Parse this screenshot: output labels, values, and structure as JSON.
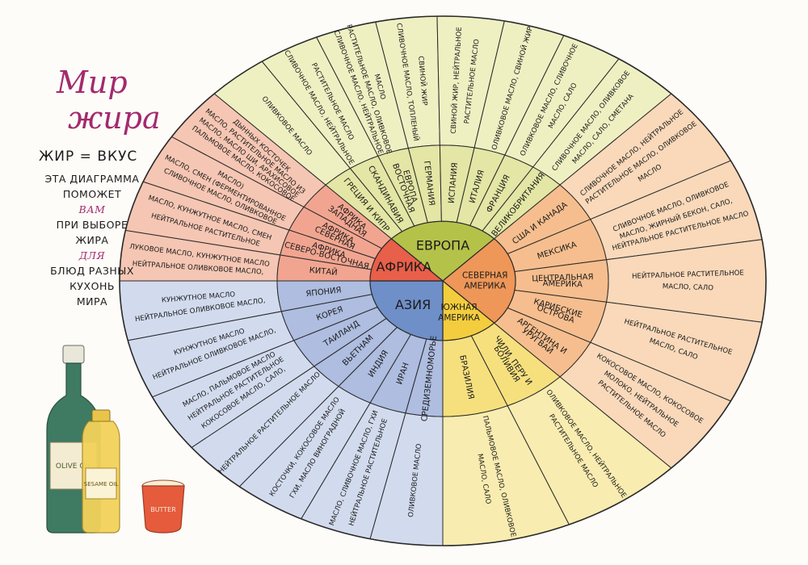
{
  "header": {
    "title_line1": "Мир",
    "title_line2": "жира",
    "formula": "ЖИР = ВКУС",
    "desc_lines": [
      "ЭТА ДИАГРАММА",
      "ПОМОЖЕТ",
      "ВАМ",
      "ПРИ ВЫБОРЕ",
      "ЖИРА",
      "ДЛЯ",
      "БЛЮД РАЗНЫХ",
      "КУХОНЬ",
      "МИРА"
    ]
  },
  "bottles": {
    "olive_label": "OLIVE OIL",
    "sesame_label": "SESAME OIL",
    "butter_label": "BUTTER"
  },
  "wheel": {
    "continents": [
      {
        "name": "ЕВРОПА",
        "start": 225,
        "end": 315,
        "color": "#b5c24a",
        "region_color": "#e3e6a4",
        "fat_color": "#eef0c2"
      },
      {
        "name": "СЕВЕРНАЯ АМЕРИКА",
        "start": 315,
        "end": 405,
        "color": "#ee9758",
        "region_color": "#f6be8e",
        "fat_color": "#f9d9ba"
      },
      {
        "name": "ЮЖНАЯ АМЕРИКА",
        "start": 45,
        "end": 90,
        "color": "#f3cd3e",
        "region_color": "#f6e07e",
        "fat_color": "#f9ecb0"
      },
      {
        "name": "АЗИЯ",
        "start": 90,
        "end": 180,
        "color": "#6f8fc9",
        "region_color": "#aebde0",
        "fat_color": "#d2dbee"
      },
      {
        "name": "АФРИКА",
        "start": 180,
        "end": 225,
        "color": "#e85f4a",
        "region_color": "#f1a590",
        "fat_color": "#f5c6b3"
      }
    ],
    "regions": [
      {
        "name": "ГРЕЦИЯ И КИПР",
        "start": 225,
        "end": 236,
        "fats": "ОЛИВКОВОЕ МАСЛО"
      },
      {
        "name": "СКАНДИНАВИЯ",
        "start": 236,
        "end": 247,
        "fats": "СЛИВОЧНОЕ МАСЛО, НЕЙТРАЛЬНОЕ РАСТИТЕЛЬНОЕ МАСЛО"
      },
      {
        "name": "ВОСТОЧНАЯ ЕВРОПА",
        "start": 247,
        "end": 258,
        "fats": "СЛИВОЧНОЕ МАСЛО, НЕЙТРАЛЬНОЕ РАСТИТЕЛЬНОЕ МАСЛО, ОЛИВКОВОЕ МАСЛО"
      },
      {
        "name": "ГЕРМАНИЯ",
        "start": 258,
        "end": 269,
        "fats": "СЛИВОЧНОЕ МАСЛО, ТОПЛЕНЫЙ СВИНОЙ ЖИР"
      },
      {
        "name": "ИСПАНИЯ",
        "start": 269,
        "end": 281,
        "fats": "СВИНОЙ ЖИР, НЕЙТРАЛЬНОЕ РАСТИТЕЛЬНОЕ МАСЛО"
      },
      {
        "name": "ИТАЛИЯ",
        "start": 281,
        "end": 292,
        "fats": "ОЛИВКОВОЕ МАСЛО, СВИНОЙ ЖИР"
      },
      {
        "name": "ФРАНЦИЯ",
        "start": 292,
        "end": 303,
        "fats": "ОЛИВКОВОЕ МАСЛО, СЛИВОЧНОЕ МАСЛО, САЛО"
      },
      {
        "name": "ВЕЛИКОБРИТАНИЯ",
        "start": 303,
        "end": 315,
        "fats": "СЛИВОЧНОЕ МАСЛО, ОЛИВКОВОЕ МАСЛО, САЛО, СМЕТАНА"
      },
      {
        "name": "США И КАНАДА",
        "start": 315,
        "end": 333,
        "fats": "СЛИВОЧНОЕ МАСЛО, НЕЙТРАЛЬНОЕ РАСТИТЕЛЬНОЕ МАСЛО, ОЛИВКОВОЕ МАСЛО"
      },
      {
        "name": "МЕКСИКА",
        "start": 333,
        "end": 351,
        "fats": "СЛИВОЧНОЕ МАСЛО, ОЛИВКОВОЕ МАСЛО, ЖИРНЫЙ БЕКОН, САЛО, НЕЙТРАЛЬНОЕ РАСТИТЕЛЬНОЕ МАСЛО"
      },
      {
        "name": "ЦЕНТРАЛЬНАЯ АМЕРИКА",
        "start": 351,
        "end": 369,
        "fats": "НЕЙТРАЛЬНОЕ РАСТИТЕЛЬНОЕ МАСЛО, САЛО"
      },
      {
        "name": "КАРИБСКИЕ ОСТРОВА",
        "start": 369,
        "end": 387,
        "fats": "НЕЙТРАЛЬНОЕ РАСТИТЕЛЬНОЕ МАСЛО, САЛО"
      },
      {
        "name": "АРГЕНТИНА И УРУГВАЙ",
        "start": 387,
        "end": 405,
        "fats": "КОКОСОВОЕ МАСЛО, КОКОСОВОЕ МОЛОКО, НЕЙТРАЛЬНОЕ РАСТИТЕЛЬНОЕ МАСЛО"
      },
      {
        "name": "ЧИЛИ, ПЕРУ И БОЛИВИЯ",
        "start": 45,
        "end": 67,
        "fats": "ОЛИВКОВОЕ МАСЛО, НЕЙТРАЛЬНОЕ РАСТИТЕЛЬНОЕ МАСЛО"
      },
      {
        "name": "БРАЗИЛИЯ",
        "start": 67,
        "end": 90,
        "fats": "ПАЛЬМОВОЕ МАСЛО, ОЛИВКОВОЕ МАСЛО, САЛО"
      },
      {
        "name": "СРЕДИЗЕМНОМОРЬЕ",
        "start": 90,
        "end": 103,
        "fats": "ОЛИВКОВОЕ МАСЛО"
      },
      {
        "name": "ИРАН",
        "start": 103,
        "end": 116,
        "fats": "НЕЙТРАЛЬНОЕ РАСТИТЕЛЬНОЕ МАСЛО, СЛИВОЧНОЕ МАСЛО, ГХИ"
      },
      {
        "name": "ИНДИЯ",
        "start": 116,
        "end": 129,
        "fats": "ГХИ, МАСЛО ВИНОГРАДНОЙ КОСТОЧКИ, КОКОСОВОЕ МАСЛО"
      },
      {
        "name": "ВЬЕТНАМ",
        "start": 129,
        "end": 141,
        "fats": "НЕЙТРАЛЬНОЕ РАСТИТЕЛЬНОЕ МАСЛО"
      },
      {
        "name": "ТАИЛАНД",
        "start": 141,
        "end": 154,
        "fats": "КОКОСОВОЕ МАСЛО, САЛО, НЕЙТРАЛЬНОЕ РАСТИТЕЛЬНОЕ МАСЛО, ПАЛЬМОВОЕ МАСЛО"
      },
      {
        "name": "КОРЕЯ",
        "start": 154,
        "end": 167,
        "fats": "НЕЙТРАЛЬНОЕ ОЛИВКОВОЕ МАСЛО, КУНЖУТНОЕ МАСЛО"
      },
      {
        "name": "ЯПОНИЯ",
        "start": 167,
        "end": 180,
        "fats": "НЕЙТРАЛЬНОЕ ОЛИВКОВОЕ МАСЛО, КУНЖУТНОЕ МАСЛО"
      },
      {
        "name": "КИТАЙ",
        "start": 180,
        "end": 191,
        "fats": "НЕЙТРАЛЬНОЕ ОЛИВКОВОЕ МАСЛО, ЛУКОВОЕ МАСЛО, КУНЖУТНОЕ МАСЛО"
      },
      {
        "name": "СЕВЕРО-ВОСТОЧНАЯ АФРИКА",
        "start": 191,
        "end": 202,
        "fats": "НЕЙТРАЛЬНОЕ РАСТИТЕЛЬНОЕ МАСЛО, КУНЖУТНОЕ МАСЛО, СМЕН"
      },
      {
        "name": "СЕВЕРНАЯ АФРИКА",
        "start": 202,
        "end": 213,
        "fats": "СЛИВОЧНОЕ МАСЛО, ОЛИВКОВОЕ МАСЛО, СМЕН (ФЕРМЕНТИРОВАННОЕ МАСЛО)"
      },
      {
        "name": "ЗАПАДНАЯ АФРИКА",
        "start": 213,
        "end": 225,
        "fats": "ПАЛЬМОВОЕ МАСЛО, КОКОСОВОЕ МАСЛО, МАСЛО ШИ, АРАХИСОВОЕ МАСЛО, РАСТИТЕЛЬНОЕ МАСЛО ИЗ ДЫННЫХ КОСТОЧЕК"
      }
    ]
  }
}
